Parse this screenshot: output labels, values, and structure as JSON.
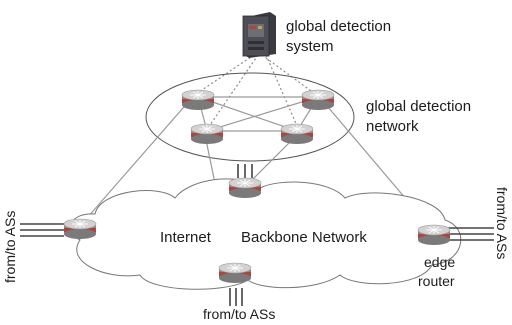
{
  "labels": {
    "global_detection_system": [
      "global detection",
      "system"
    ],
    "global_detection_network": [
      "global detection",
      "network"
    ],
    "internet": "Internet",
    "backbone_network": "Backbone Network",
    "from_to_left": "from/to ASs",
    "from_to_right": "from/to ASs",
    "from_to_bottom": "from/to ASs",
    "edge_router": [
      "edge",
      "router"
    ]
  },
  "icons": [
    "server-icon",
    "router-icon",
    "cloud-icon"
  ],
  "colors": {
    "router_top": "#c8c8c8",
    "router_band": "#b0443c",
    "server_body": "#4a4a52",
    "line": "#9a9a9a",
    "text": "#1c1c1c"
  }
}
